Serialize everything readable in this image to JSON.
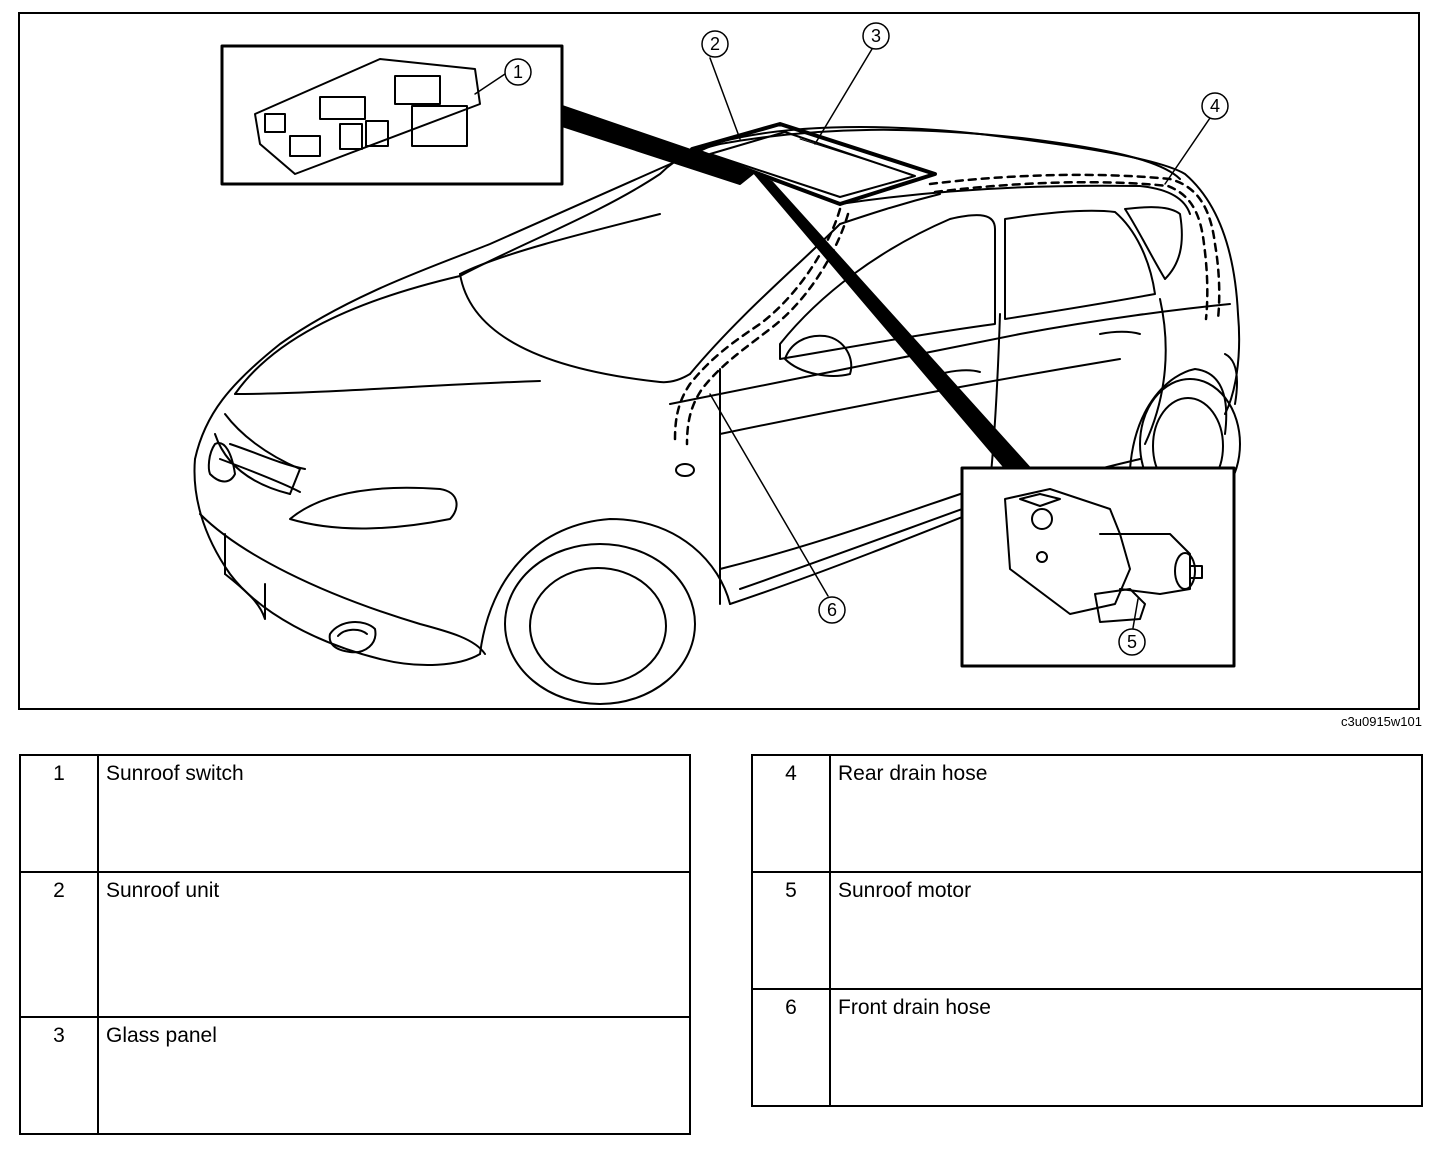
{
  "figure": {
    "code": "c3u0915w101",
    "callouts": [
      "1",
      "2",
      "3",
      "4",
      "5",
      "6"
    ]
  },
  "legend_left": [
    {
      "num": "1",
      "label": "Sunroof switch"
    },
    {
      "num": "2",
      "label": "Sunroof unit"
    },
    {
      "num": "3",
      "label": "Glass panel"
    }
  ],
  "legend_right": [
    {
      "num": "4",
      "label": "Rear drain hose"
    },
    {
      "num": "5",
      "label": "Sunroof motor"
    },
    {
      "num": "6",
      "label": "Front drain hose"
    }
  ]
}
